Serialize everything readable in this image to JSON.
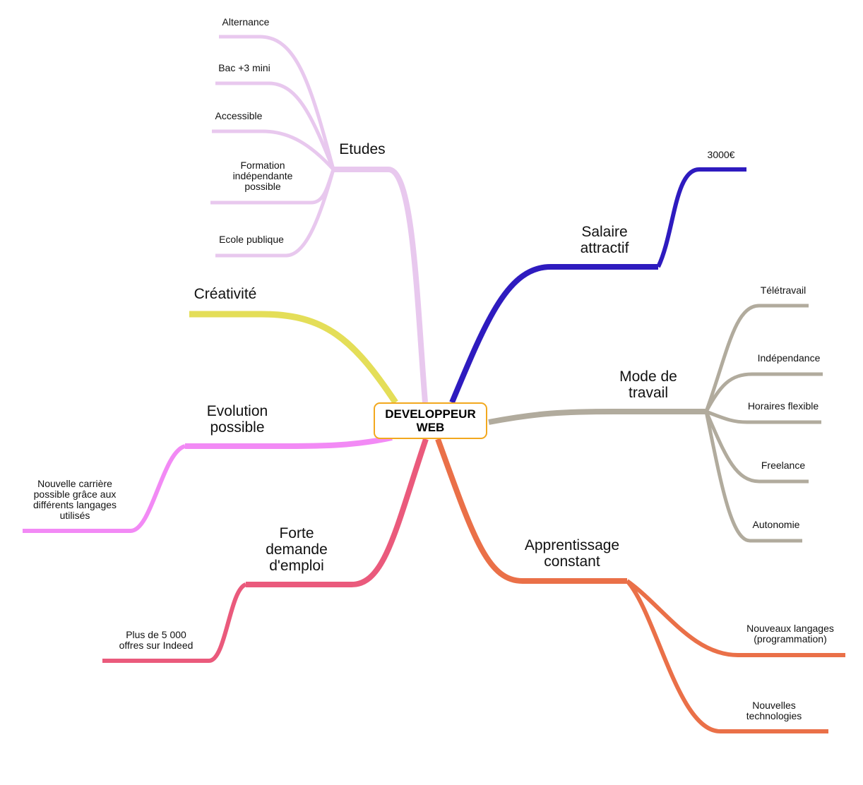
{
  "center": {
    "label": "DEVELOPPEUR\nWEB",
    "border_color": "#f2a81e"
  },
  "branches": [
    {
      "id": "etudes",
      "label": "Etudes",
      "color": "#e8c8ee",
      "leaves": [
        "Alternance",
        "Bac +3 mini",
        "Accessible",
        "Formation\nindépendante\npossible",
        "Ecole publique"
      ]
    },
    {
      "id": "salaire",
      "label": "Salaire\nattractif",
      "color": "#2e1bbf",
      "leaves": [
        "3000€"
      ]
    },
    {
      "id": "mode",
      "label": "Mode  de\ntravail",
      "color": "#b1ab9d",
      "leaves": [
        "Télétravail",
        "Indépendance",
        "Horaires flexible",
        "Freelance",
        "Autonomie"
      ]
    },
    {
      "id": "apprentissage",
      "label": "Apprentissage\nconstant",
      "color": "#ea7048",
      "leaves": [
        "Nouveaux  langages\n(programmation)",
        "Nouvelles\ntechnologies"
      ]
    },
    {
      "id": "forte",
      "label": "Forte\ndemande\nd'emploi",
      "color": "#ea5a7c",
      "leaves": [
        "Plus  de  5  000\noffres  sur  Indeed"
      ]
    },
    {
      "id": "evolution",
      "label": "Evolution\npossible",
      "color": "#f28af5",
      "leaves": [
        "Nouvelle  carrière\npossible  grâce  aux\ndifférents  langages\nutilisés"
      ]
    },
    {
      "id": "creativite",
      "label": "Créativité",
      "color": "#e4de58",
      "leaves": []
    }
  ]
}
